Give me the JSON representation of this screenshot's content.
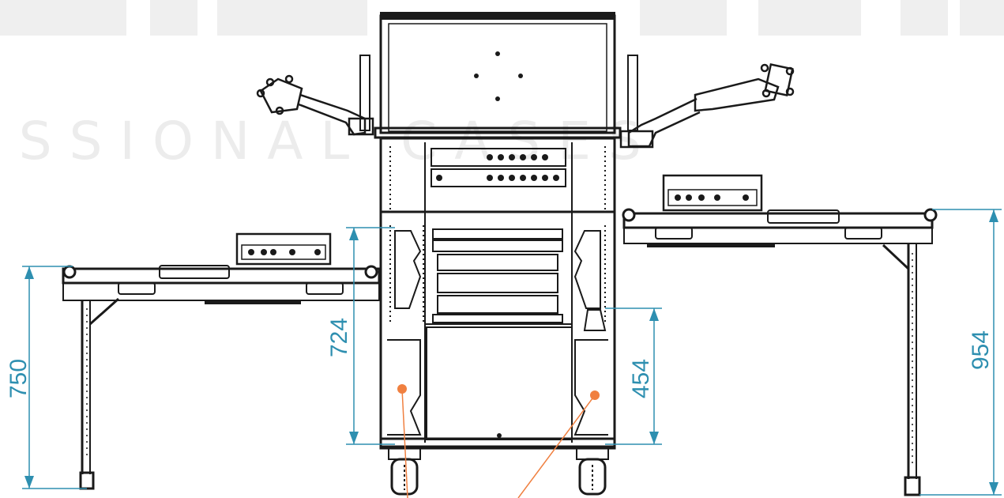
{
  "watermark": {
    "text": "ESSIONAL CASES"
  },
  "dimensions": {
    "left_table_height": "750",
    "cart_drawer_height": "724",
    "cart_lower_height": "454",
    "right_table_height": "954"
  },
  "colors": {
    "drawing_line": "#1a1a1a",
    "dimension": "#2e8fb0",
    "callout": "#f08040",
    "watermark": "#ececec"
  }
}
